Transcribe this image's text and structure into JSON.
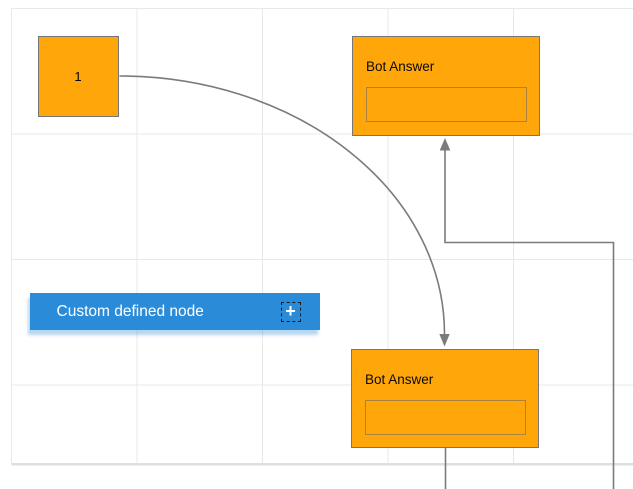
{
  "canvas": {
    "background_color": "#ffffff",
    "grid_line_color": "#e8e8e8",
    "page_edge_color": "#dfdfdf"
  },
  "nodes": {
    "square": {
      "label": "1",
      "fill_color": "#ffa60a",
      "border_color": "#767676"
    },
    "bot_top": {
      "title": "Bot Answer",
      "fill_color": "#ffa60a",
      "border_color": "#767676",
      "input_value": ""
    },
    "bot_bottom": {
      "title": "Bot Answer",
      "fill_color": "#ffa60a",
      "border_color": "#767676",
      "input_value": ""
    },
    "custom": {
      "label": "Custom defined node",
      "fill_color": "#2a8cd9",
      "label_color": "#ffffff",
      "add_button": {
        "icon": "plus-icon",
        "glyph": "+"
      }
    }
  },
  "connectors": {
    "color": "#7b7b7b",
    "curved": {
      "from": "node-1",
      "to": "bot-answer-bottom",
      "arrow": "down"
    },
    "orthogonal": {
      "from": "bot-answer-bottom",
      "to": "bot-answer-top",
      "arrow": "up"
    }
  }
}
